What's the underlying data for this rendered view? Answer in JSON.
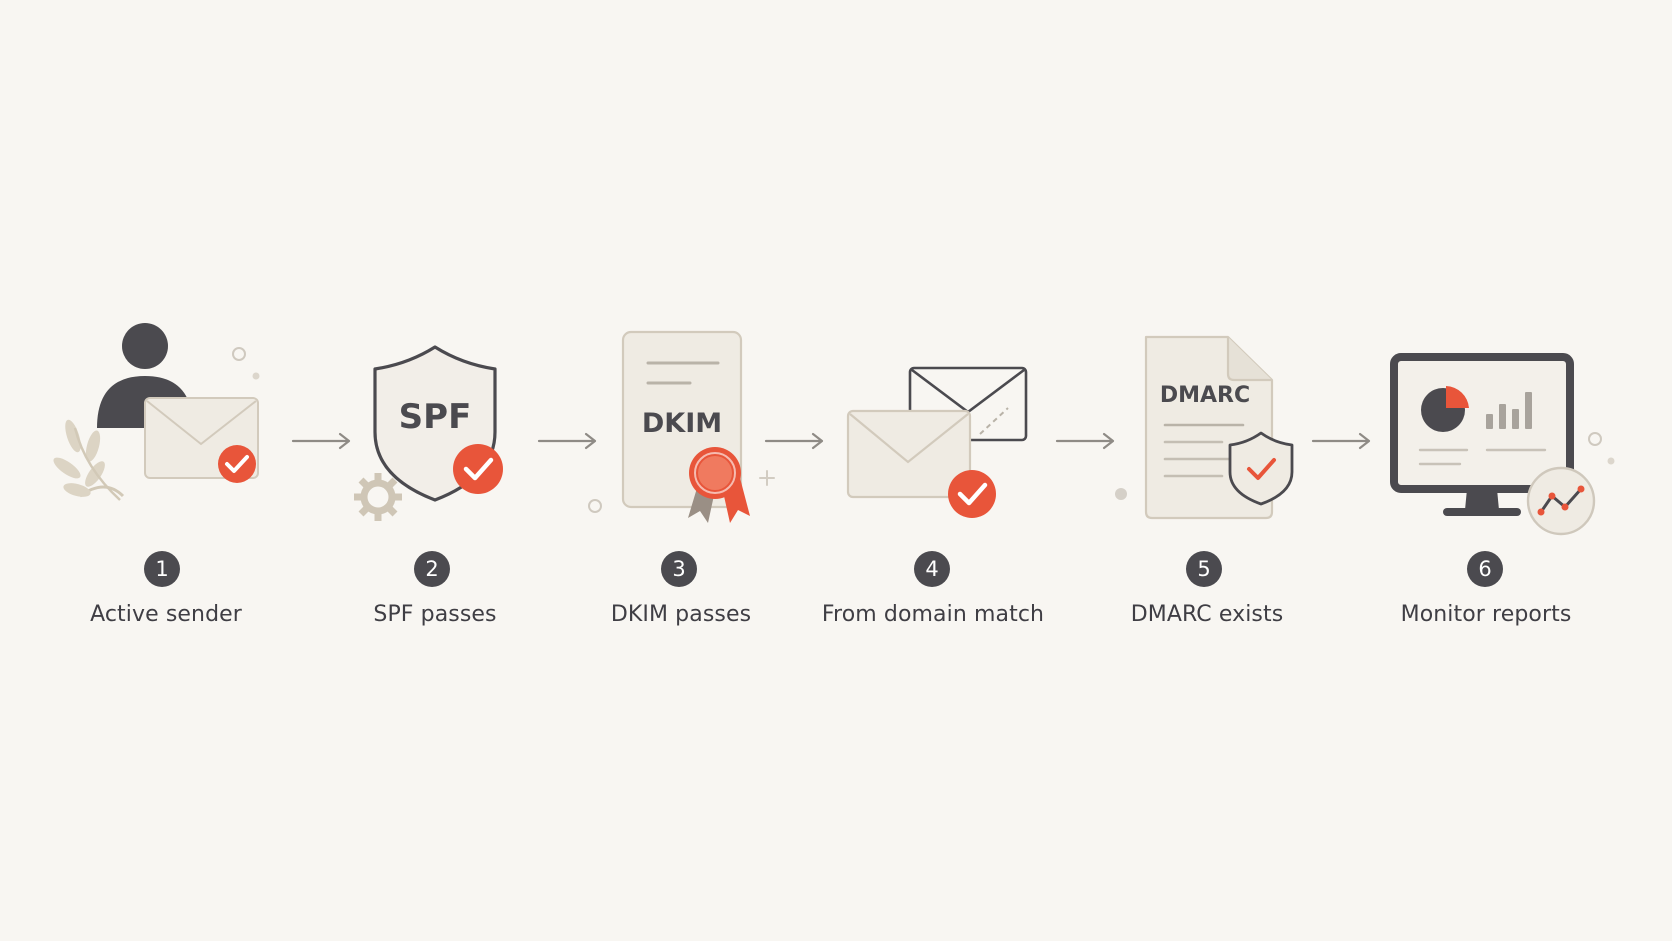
{
  "steps": [
    {
      "number": "1",
      "label": "Active sender"
    },
    {
      "number": "2",
      "label": "SPF passes",
      "icon_text": "SPF"
    },
    {
      "number": "3",
      "label": "DKIM passes",
      "icon_text": "DKIM"
    },
    {
      "number": "4",
      "label": "From domain match"
    },
    {
      "number": "5",
      "label": "DMARC exists",
      "icon_text": "DMARC"
    },
    {
      "number": "6",
      "label": "Monitor reports"
    }
  ],
  "colors": {
    "background": "#f8f6f2",
    "dark": "#4b4a4f",
    "accent": "#e8553a",
    "paper": "#efebe3",
    "paper_edge": "#d8d2c6",
    "muted": "#bdb8ae"
  },
  "icons": [
    "person-icon",
    "envelope-icon",
    "check-icon",
    "shield-icon",
    "gear-icon",
    "document-icon",
    "ribbon-seal-icon",
    "monitor-icon",
    "pie-chart-icon",
    "bar-chart-icon",
    "line-chart-icon",
    "leaf-icon"
  ]
}
